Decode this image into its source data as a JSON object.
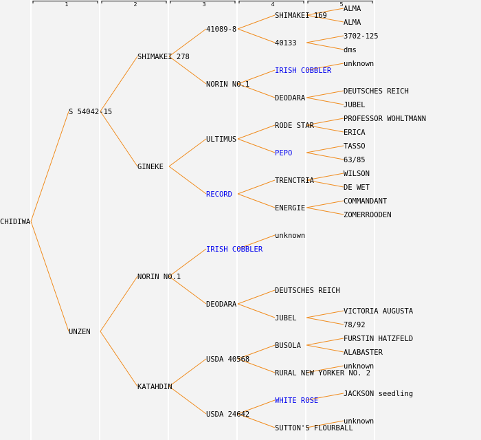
{
  "colors": {
    "line": "#f08c1e",
    "text": "#000000",
    "link": "#0000ee",
    "background": "#f3f3f3",
    "separator": "#ffffff"
  },
  "generation_headers": [
    "1",
    "2",
    "3",
    "4",
    "5"
  ],
  "pedigree": {
    "name": "CHIDIWA",
    "link": false,
    "parents": [
      {
        "name": "S 54042-15",
        "link": false,
        "parents": [
          {
            "name": "SHIMAKEI 278",
            "link": false,
            "parents": [
              {
                "name": "41089-8",
                "link": false,
                "parents": [
                  {
                    "name": "SHIMAKEI 169",
                    "link": false,
                    "parents": [
                      {
                        "name": "ALMA",
                        "link": false
                      },
                      {
                        "name": "ALMA",
                        "link": false
                      }
                    ]
                  },
                  {
                    "name": "40133",
                    "link": false,
                    "parents": [
                      {
                        "name": "3702-125",
                        "link": false
                      },
                      {
                        "name": "dms",
                        "link": false
                      }
                    ]
                  }
                ]
              },
              {
                "name": "NORIN NO.1",
                "link": false,
                "parents": [
                  {
                    "name": "IRISH COBBLER",
                    "link": true,
                    "parents": [
                      {
                        "name": "unknown",
                        "link": false
                      }
                    ]
                  },
                  {
                    "name": "DEODARA",
                    "link": false,
                    "parents": [
                      {
                        "name": "DEUTSCHES REICH",
                        "link": false
                      },
                      {
                        "name": "JUBEL",
                        "link": false
                      }
                    ]
                  }
                ]
              }
            ]
          },
          {
            "name": "GINEKE",
            "link": false,
            "parents": [
              {
                "name": "ULTIMUS",
                "link": false,
                "parents": [
                  {
                    "name": "RODE STAR",
                    "link": false,
                    "parents": [
                      {
                        "name": "PROFESSOR WOHLTMANN",
                        "link": false
                      },
                      {
                        "name": "ERICA",
                        "link": false
                      }
                    ]
                  },
                  {
                    "name": "PEPO",
                    "link": true,
                    "parents": [
                      {
                        "name": "TASSO",
                        "link": false
                      },
                      {
                        "name": "63/85",
                        "link": false
                      }
                    ]
                  }
                ]
              },
              {
                "name": "RECORD",
                "link": true,
                "parents": [
                  {
                    "name": "TRENCTRIA",
                    "link": false,
                    "parents": [
                      {
                        "name": "WILSON",
                        "link": false
                      },
                      {
                        "name": "DE WET",
                        "link": false
                      }
                    ]
                  },
                  {
                    "name": "ENERGIE",
                    "link": false,
                    "parents": [
                      {
                        "name": "COMMANDANT",
                        "link": false
                      },
                      {
                        "name": "ZOMERROODEN",
                        "link": false
                      }
                    ]
                  }
                ]
              }
            ]
          }
        ]
      },
      {
        "name": "UNZEN",
        "link": false,
        "parents": [
          {
            "name": "NORIN NO.1",
            "link": false,
            "parents": [
              {
                "name": "IRISH COBBLER",
                "link": true,
                "parents": [
                  {
                    "name": "unknown",
                    "link": false
                  }
                ]
              },
              {
                "name": "DEODARA",
                "link": false,
                "parents": [
                  {
                    "name": "DEUTSCHES REICH",
                    "link": false
                  },
                  {
                    "name": "JUBEL",
                    "link": false,
                    "parents": [
                      {
                        "name": "VICTORIA AUGUSTA",
                        "link": false
                      },
                      {
                        "name": "78/92",
                        "link": false
                      }
                    ]
                  }
                ]
              }
            ]
          },
          {
            "name": "KATAHDIN",
            "link": false,
            "parents": [
              {
                "name": "USDA 40568",
                "link": false,
                "parents": [
                  {
                    "name": "BUSOLA",
                    "link": false,
                    "parents": [
                      {
                        "name": "FURSTIN HATZFELD",
                        "link": false
                      },
                      {
                        "name": "ALABASTER",
                        "link": false
                      }
                    ]
                  },
                  {
                    "name": "RURAL NEW YORKER NO. 2",
                    "link": false,
                    "parents": [
                      {
                        "name": "unknown",
                        "link": false
                      }
                    ]
                  }
                ]
              },
              {
                "name": "USDA 24642",
                "link": false,
                "parents": [
                  {
                    "name": "WHITE ROSE",
                    "link": true,
                    "parents": [
                      {
                        "name": "JACKSON seedling",
                        "link": false
                      }
                    ]
                  },
                  {
                    "name": "SUTTON'S FLOURBALL",
                    "link": false,
                    "parents": [
                      {
                        "name": "unknown",
                        "link": false
                      }
                    ]
                  }
                ]
              }
            ]
          }
        ]
      }
    ]
  }
}
